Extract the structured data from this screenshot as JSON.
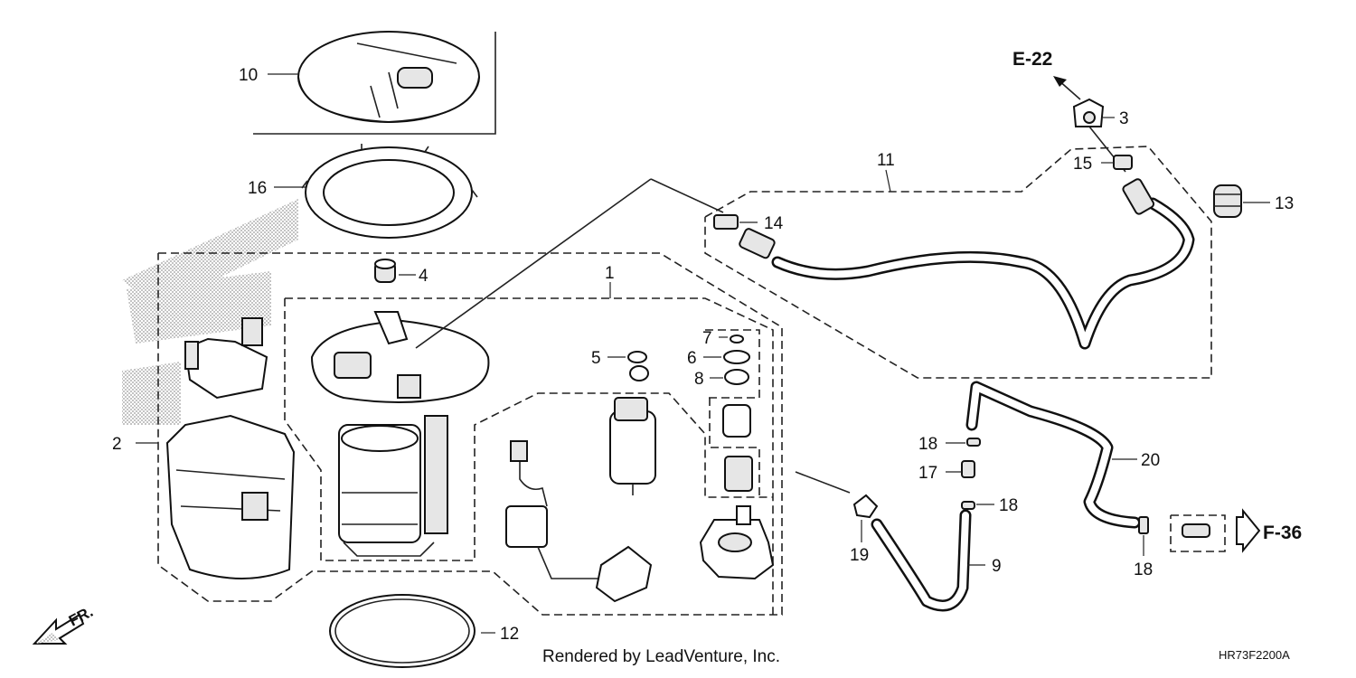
{
  "callouts": {
    "n1": "1",
    "n2": "2",
    "n3": "3",
    "n4": "4",
    "n5": "5",
    "n6": "6",
    "n7": "7",
    "n8": "8",
    "n9": "9",
    "n10": "10",
    "n11": "11",
    "n12": "12",
    "n13": "13",
    "n14": "14",
    "n15": "15",
    "n16": "16",
    "n17": "17",
    "n18a": "18",
    "n18b": "18",
    "n18c": "18",
    "n19": "19",
    "n20": "20"
  },
  "references": {
    "e22": "E-22",
    "f36": "F-36"
  },
  "footer": {
    "credit": "Rendered by LeadVenture, Inc.",
    "drawing_code": "HR73F2200A"
  },
  "direction": {
    "front": "FR."
  }
}
